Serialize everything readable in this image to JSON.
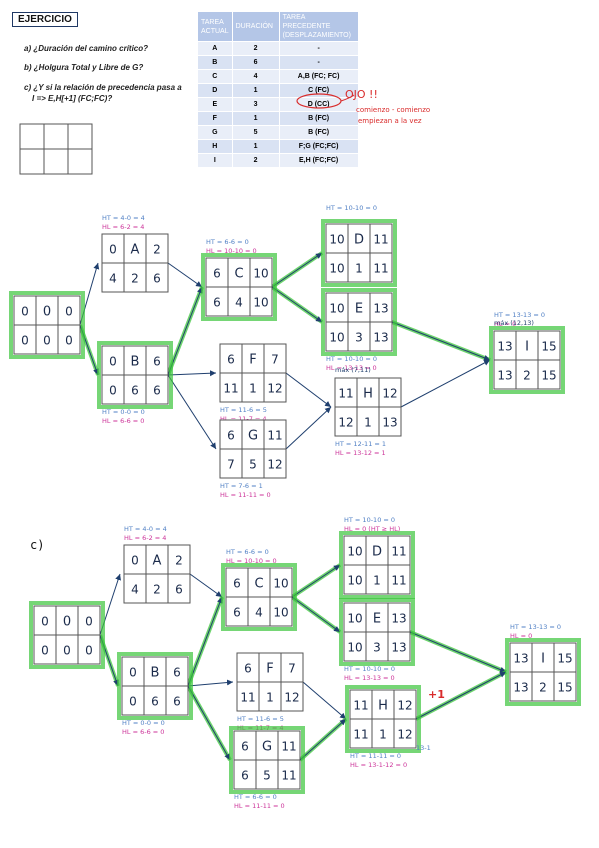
{
  "header": {
    "title": "EJERCICIO",
    "q_a": "a) ¿Duración del camino crítico?",
    "q_b": "b) ¿Holgura Total y Libre de G?",
    "q_c1": "c) ¿Y si la relación de precedencia pasa a",
    "q_c2": "I   => E,H[+1] (FC;FC)?"
  },
  "table": {
    "headers": [
      "TAREA ACTUAL",
      "DURACIÓN",
      "TAREA PRECEDENTE (DESPLAZAMIENTO)"
    ],
    "rows": [
      [
        "A",
        "2",
        "-"
      ],
      [
        "B",
        "6",
        "-"
      ],
      [
        "C",
        "4",
        "A,B  (FC; FC)"
      ],
      [
        "D",
        "1",
        "C  (FC)"
      ],
      [
        "E",
        "3",
        "D (CC)"
      ],
      [
        "F",
        "1",
        "B (FC)"
      ],
      [
        "G",
        "5",
        "B (FC)"
      ],
      [
        "H",
        "1",
        "F;G (FC;FC)"
      ],
      [
        "I",
        "2",
        "E,H (FC;FC)"
      ]
    ]
  },
  "annotation": {
    "ojo": "OJO !!",
    "line1": "comienzo - comienzo",
    "line2": "empiezan a la vez"
  },
  "colors": {
    "ink": "#1f3f6e",
    "green": "#3cc43c",
    "holg_t": "#4f7fc4",
    "holg_l": "#cc3399",
    "red": "#d92b2b",
    "node_border": "#555555"
  },
  "diagram1": {
    "nodes": [
      {
        "id": "start",
        "v": [
          "0",
          "0",
          "0",
          "0",
          "0",
          "0"
        ]
      },
      {
        "id": "A",
        "v": [
          "0",
          "A",
          "2",
          "4",
          "2",
          "6"
        ],
        "ht": "HT = 4-0 = 4",
        "hl": "HL = 6-2 = 4"
      },
      {
        "id": "B",
        "v": [
          "0",
          "B",
          "6",
          "0",
          "6",
          "6"
        ],
        "ht": "HT = 0-0 = 0",
        "hl": "HL = 6-6 = 0"
      },
      {
        "id": "C",
        "v": [
          "6",
          "C",
          "10",
          "6",
          "4",
          "10"
        ],
        "ht": "HT = 6-6 = 0",
        "hl": "HL = 10-10 = 0"
      },
      {
        "id": "D",
        "v": [
          "10",
          "D",
          "11",
          "10",
          "1",
          "11"
        ],
        "ht": "HT = 10-10 = 0",
        "hl": ""
      },
      {
        "id": "E",
        "v": [
          "10",
          "E",
          "13",
          "10",
          "3",
          "13"
        ],
        "ht": "HT = 10-10 = 0",
        "hl": "HL = 13-13 = 0"
      },
      {
        "id": "F",
        "v": [
          "6",
          "F",
          "7",
          "11",
          "1",
          "12"
        ],
        "ht": "HT = 11-6 = 5",
        "hl": "HL = 11-7 = 4"
      },
      {
        "id": "G",
        "v": [
          "6",
          "G",
          "11",
          "7",
          "5",
          "12"
        ],
        "ht": "HT = 7-6 = 1",
        "hl": "HL = 11-11 = 0"
      },
      {
        "id": "H",
        "v": [
          "11",
          "H",
          "12",
          "12",
          "1",
          "13"
        ],
        "ht": "HT = 12-11 = 1",
        "hl": "HL = 13-12 = 1",
        "note": "máx (7,11)"
      },
      {
        "id": "I",
        "v": [
          "13",
          "I",
          "15",
          "13",
          "2",
          "15"
        ],
        "ht": "HT = 13-13 = 0",
        "hl": "HL = 0",
        "note": "máx (12,13)"
      }
    ]
  },
  "diagram2": {
    "label": "c)",
    "nodes": [
      {
        "id": "start",
        "v": [
          "0",
          "0",
          "0",
          "0",
          "0",
          "0"
        ]
      },
      {
        "id": "A",
        "v": [
          "0",
          "A",
          "2",
          "4",
          "2",
          "6"
        ],
        "ht": "HT = 4-0 = 4",
        "hl": "HL = 6-2 = 4"
      },
      {
        "id": "B",
        "v": [
          "0",
          "B",
          "6",
          "0",
          "6",
          "6"
        ],
        "ht": "HT = 0-0 = 0",
        "hl": "HL = 6-6 = 0"
      },
      {
        "id": "C",
        "v": [
          "6",
          "C",
          "10",
          "6",
          "4",
          "10"
        ],
        "ht": "HT = 6-6 = 0",
        "hl": "HL = 10-10 = 0"
      },
      {
        "id": "D",
        "v": [
          "10",
          "D",
          "11",
          "10",
          "1",
          "11"
        ],
        "ht": "HT = 10-10 = 0",
        "hl": "HL = 0  (HT ≥ HL)"
      },
      {
        "id": "E",
        "v": [
          "10",
          "E",
          "13",
          "10",
          "3",
          "13"
        ],
        "ht": "HT = 10-10 = 0",
        "hl": "HL = 13-13 = 0"
      },
      {
        "id": "F",
        "v": [
          "6",
          "F",
          "7",
          "11",
          "1",
          "12"
        ],
        "ht": "HT = 11-6 = 5",
        "hl": "HL = 11-7 = 4"
      },
      {
        "id": "G",
        "v": [
          "6",
          "G",
          "11",
          "6",
          "5",
          "11"
        ],
        "ht": "HT = 6-6 = 0",
        "hl": "HL = 11-11 = 0"
      },
      {
        "id": "H",
        "v": [
          "11",
          "H",
          "12",
          "11",
          "1",
          "12"
        ],
        "ht": "HT = 11-11 = 0",
        "hl": "HL = 13-1-12 = 0",
        "plus": "+1",
        "note": "13-1"
      },
      {
        "id": "I",
        "v": [
          "13",
          "I",
          "15",
          "13",
          "2",
          "15"
        ],
        "ht": "HT = 13-13 = 0",
        "hl": "HL = 0"
      }
    ]
  }
}
